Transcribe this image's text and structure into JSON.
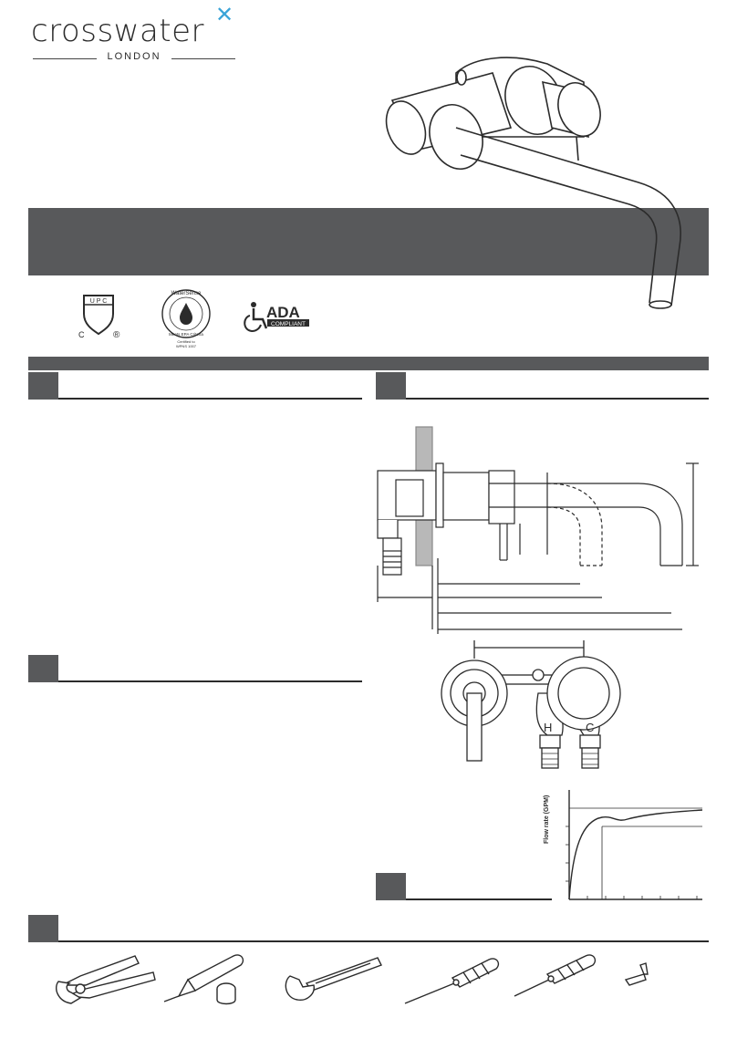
{
  "brand": {
    "name": "crosswater",
    "sub": "LONDON",
    "accent_color": "#3aa4d8"
  },
  "colors": {
    "banner": "#58595b",
    "ink": "#2b2b2b"
  },
  "certifications": {
    "upc": {
      "letters": "U P C",
      "left": "C",
      "right": "®"
    },
    "watersense": {
      "ring_text": "WaterSense",
      "meets": "Meets EPA Criteria",
      "certified": "Certified to",
      "code": "WPNS 1007"
    },
    "ada": {
      "text": "ADA",
      "sub": "COMPLIANT"
    }
  },
  "diagram": {
    "hot_label": "H",
    "cold_label": "C"
  },
  "flow_chart": {
    "ylabel": "Flow rate (GPM)"
  },
  "tools": [
    "pliers-icon",
    "sealant-gun-icon",
    "adjustable-wrench-icon",
    "flathead-screwdriver-icon",
    "phillips-screwdriver-icon",
    "allen-key-icon"
  ]
}
